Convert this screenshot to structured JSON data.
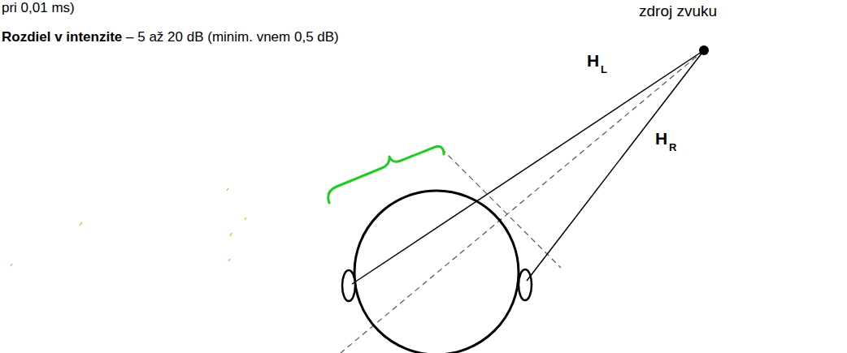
{
  "diagram": {
    "labels": [
      "pri 0,01 ms)",
      "Rozdiel v intenzite",
      "– 5 až 20 dB (minim. vnem 0,5 dB)",
      "zdroj zvuku",
      "H",
      "L",
      "H",
      "R"
    ]
  }
}
